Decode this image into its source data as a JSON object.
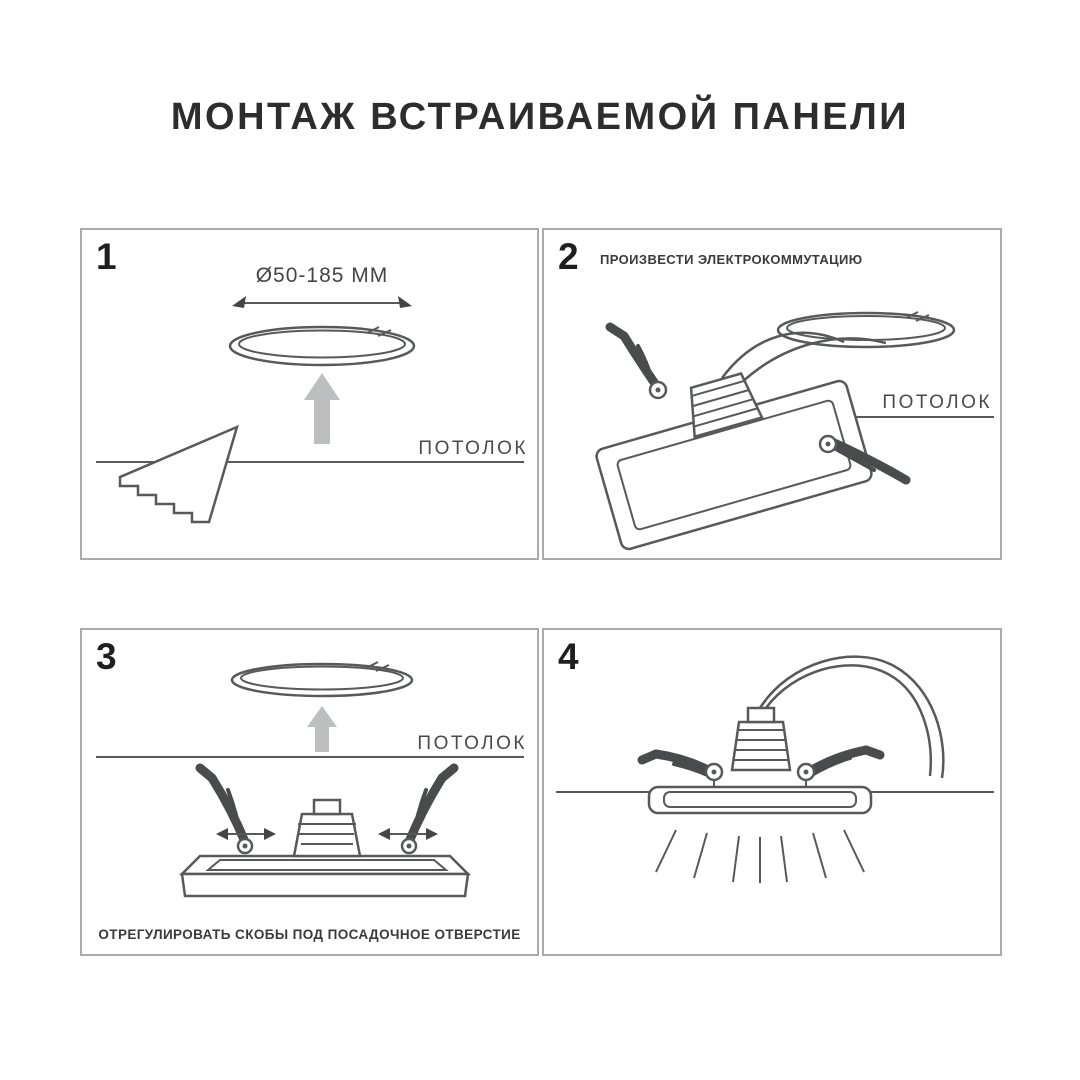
{
  "title": "МОНТАЖ ВСТРАИВАЕМОЙ ПАНЕЛИ",
  "colors": {
    "line_art": "#58595b",
    "clip_dark": "#4a4b4d",
    "arrow_gray": "#bcbec0",
    "panel_border": "#a9abae",
    "text": "#3a3a3a"
  },
  "panels": {
    "step1": {
      "number": "1",
      "diameter_label": "Ø50-185 ММ",
      "ceiling_label": "ПОТОЛОК"
    },
    "step2": {
      "number": "2",
      "caption": "ПРОИЗВЕСТИ ЭЛЕКТРОКОММУТАЦИЮ",
      "ceiling_label": "ПОТОЛОК"
    },
    "step3": {
      "number": "3",
      "ceiling_label": "ПОТОЛОК",
      "caption": "ОТРЕГУЛИРОВАТЬ СКОБЫ ПОД ПОСАДОЧНОЕ ОТВЕРСТИЕ"
    },
    "step4": {
      "number": "4"
    }
  }
}
